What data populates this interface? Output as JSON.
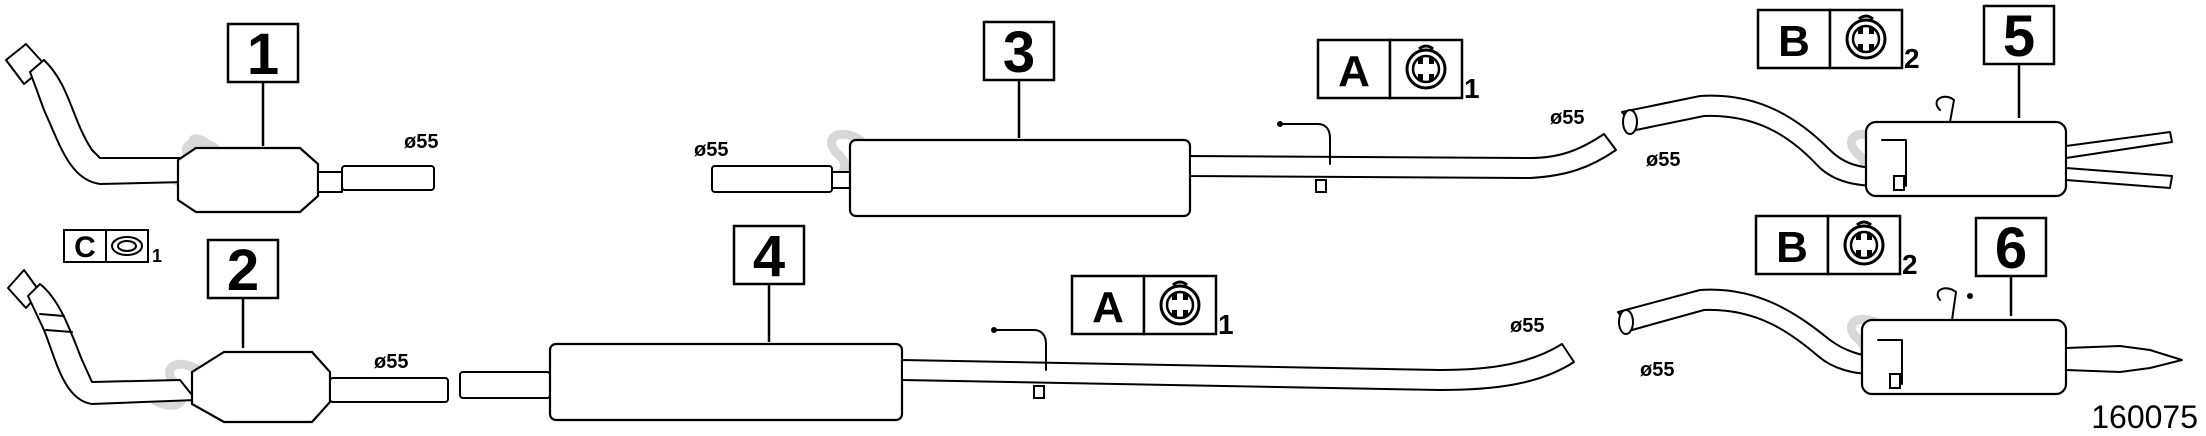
{
  "parts": [
    {
      "id": "1",
      "label": "1",
      "diameter": "ø55"
    },
    {
      "id": "2",
      "label": "2",
      "diameter": "ø55"
    },
    {
      "id": "3",
      "label": "3",
      "diameter_left": "ø55",
      "diameter_right": "ø55"
    },
    {
      "id": "4",
      "label": "4",
      "diameter": "ø55"
    },
    {
      "id": "5",
      "label": "5",
      "diameter": "ø55"
    },
    {
      "id": "6",
      "label": "6",
      "diameter": "ø55"
    }
  ],
  "kits": {
    "a_top": {
      "letter": "A",
      "qty": "1",
      "icon": "exhaust-hanger-ring-icon"
    },
    "a_mid": {
      "letter": "A",
      "qty": "1",
      "icon": "exhaust-hanger-ring-icon"
    },
    "b_top": {
      "letter": "B",
      "qty": "2",
      "icon": "exhaust-hanger-ring-icon"
    },
    "b_mid": {
      "letter": "B",
      "qty": "2",
      "icon": "exhaust-hanger-ring-icon"
    },
    "c": {
      "letter": "C",
      "qty": "1",
      "icon": "gasket-ring-icon"
    }
  },
  "diagram_ref": "160075",
  "colors": {
    "line": "#000000",
    "watermark": "#d8d8d8",
    "background": "#ffffff"
  }
}
